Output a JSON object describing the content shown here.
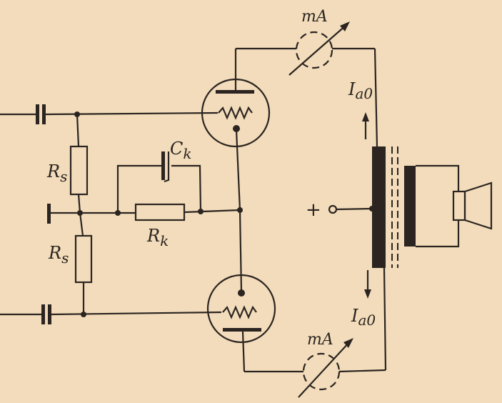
{
  "labels": {
    "meter_top": "mA",
    "meter_bottom": "mA",
    "current_top": "I",
    "current_top_sub": "a0",
    "current_bottom": "I",
    "current_bottom_sub": "a0",
    "cap_k": "C",
    "cap_k_sub": "k",
    "res_s_top": "R",
    "res_s_top_sub": "s",
    "res_s_bottom": "R",
    "res_s_bottom_sub": "s",
    "res_k": "R",
    "res_k_sub": "k",
    "supply": "+"
  },
  "colors": {
    "paper": "#f2dcbb",
    "ink": "#2b2420"
  }
}
